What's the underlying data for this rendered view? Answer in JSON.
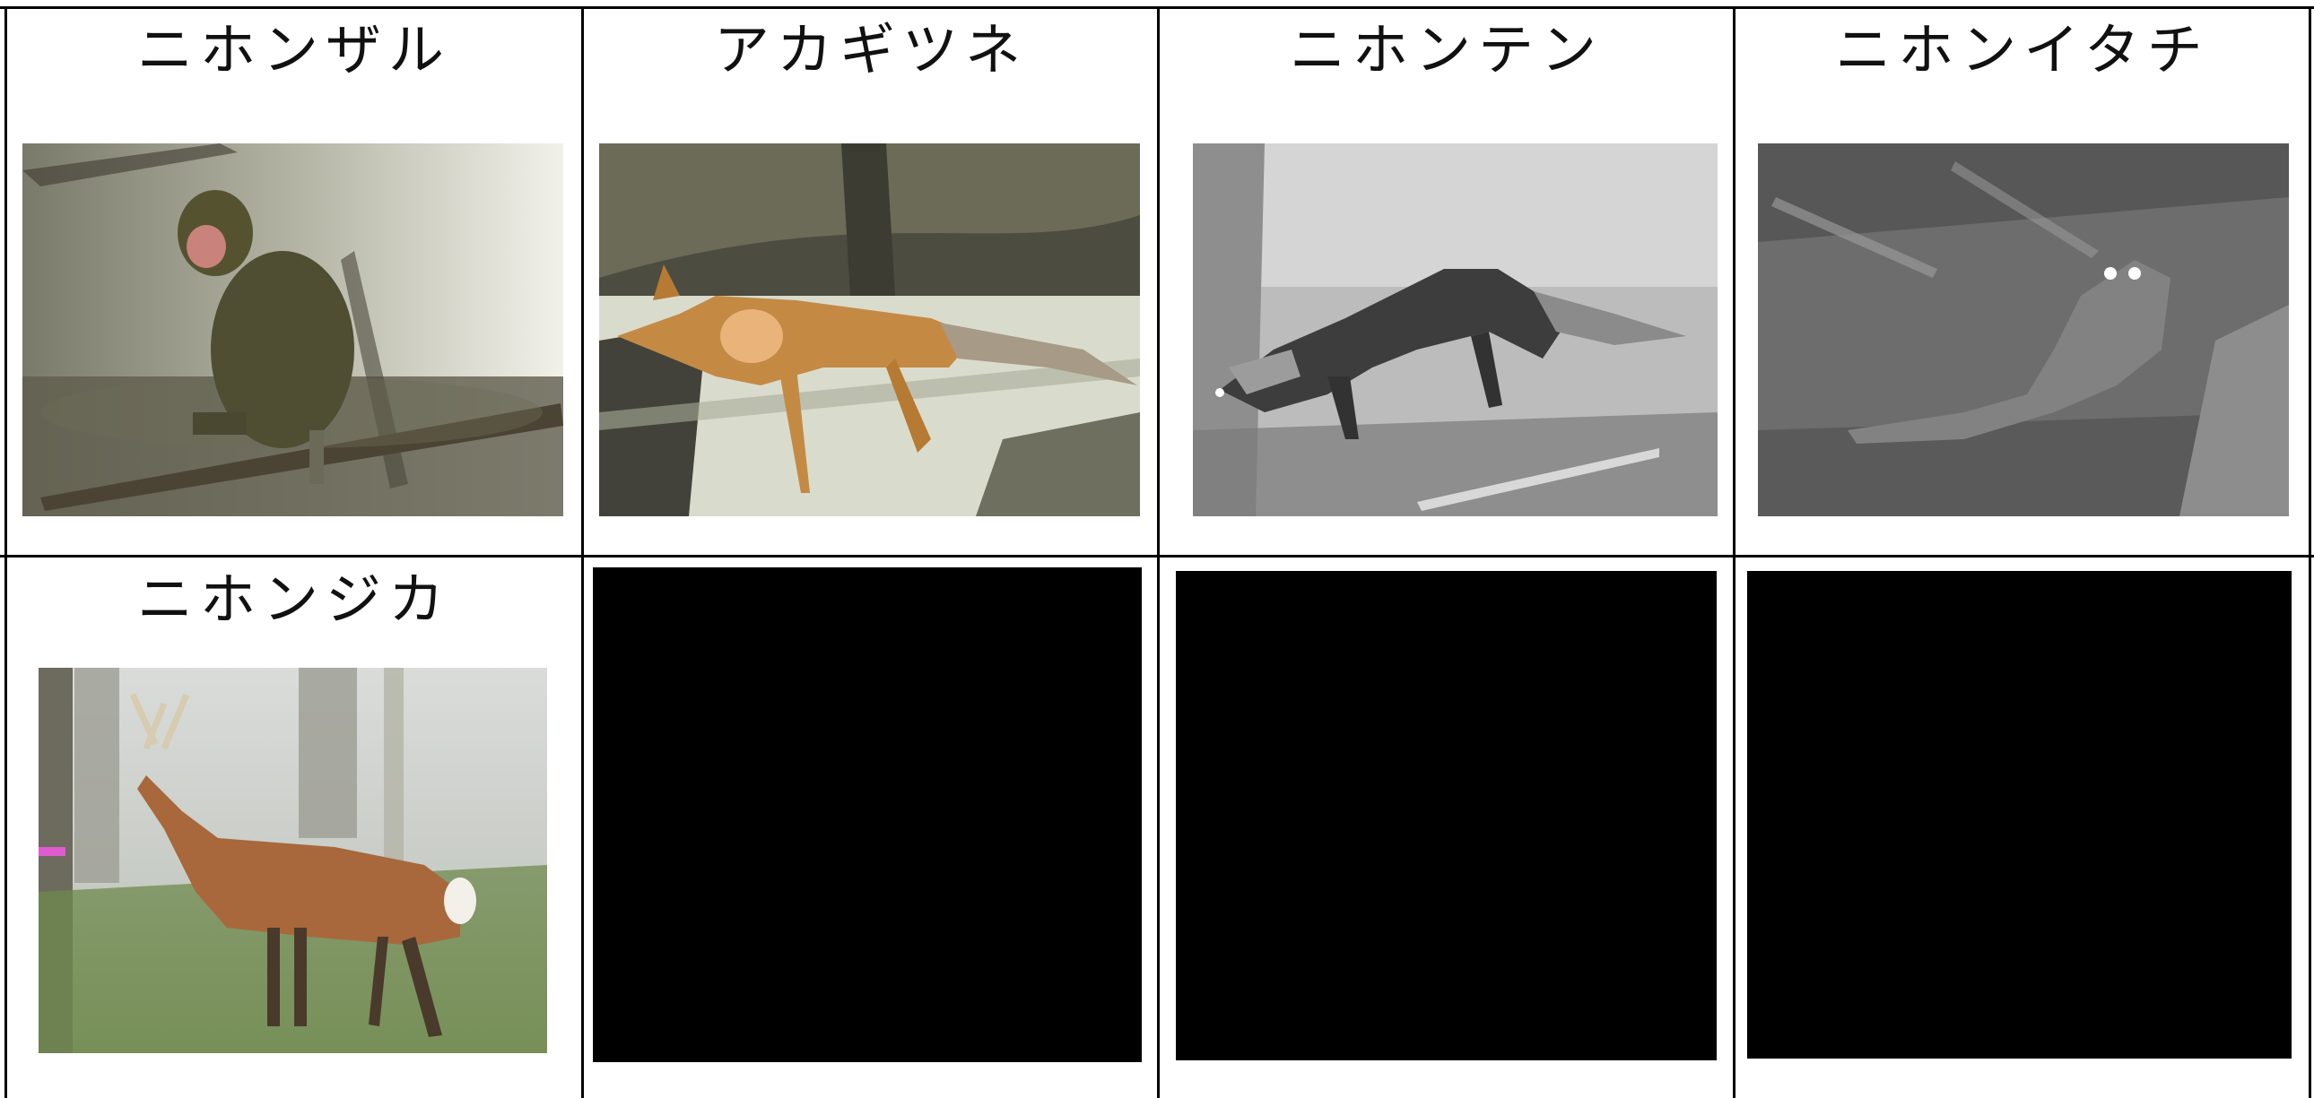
{
  "cells": [
    {
      "label": "ニホンザル",
      "image": "japanese-macaque-photo"
    },
    {
      "label": "アカギツネ",
      "image": "red-fox-photo"
    },
    {
      "label": "ニホンテン",
      "image": "japanese-marten-photo"
    },
    {
      "label": "ニホンイタチ",
      "image": "japanese-weasel-photo"
    },
    {
      "label": "ニホンジカ",
      "image": "sika-deer-photo"
    },
    {
      "label": "",
      "image": "blank-black-panel"
    },
    {
      "label": "",
      "image": "blank-black-panel"
    },
    {
      "label": "",
      "image": "blank-black-panel"
    }
  ],
  "colors": {
    "border": "#000000",
    "background": "#ffffff",
    "blank_panel": "#000000"
  }
}
